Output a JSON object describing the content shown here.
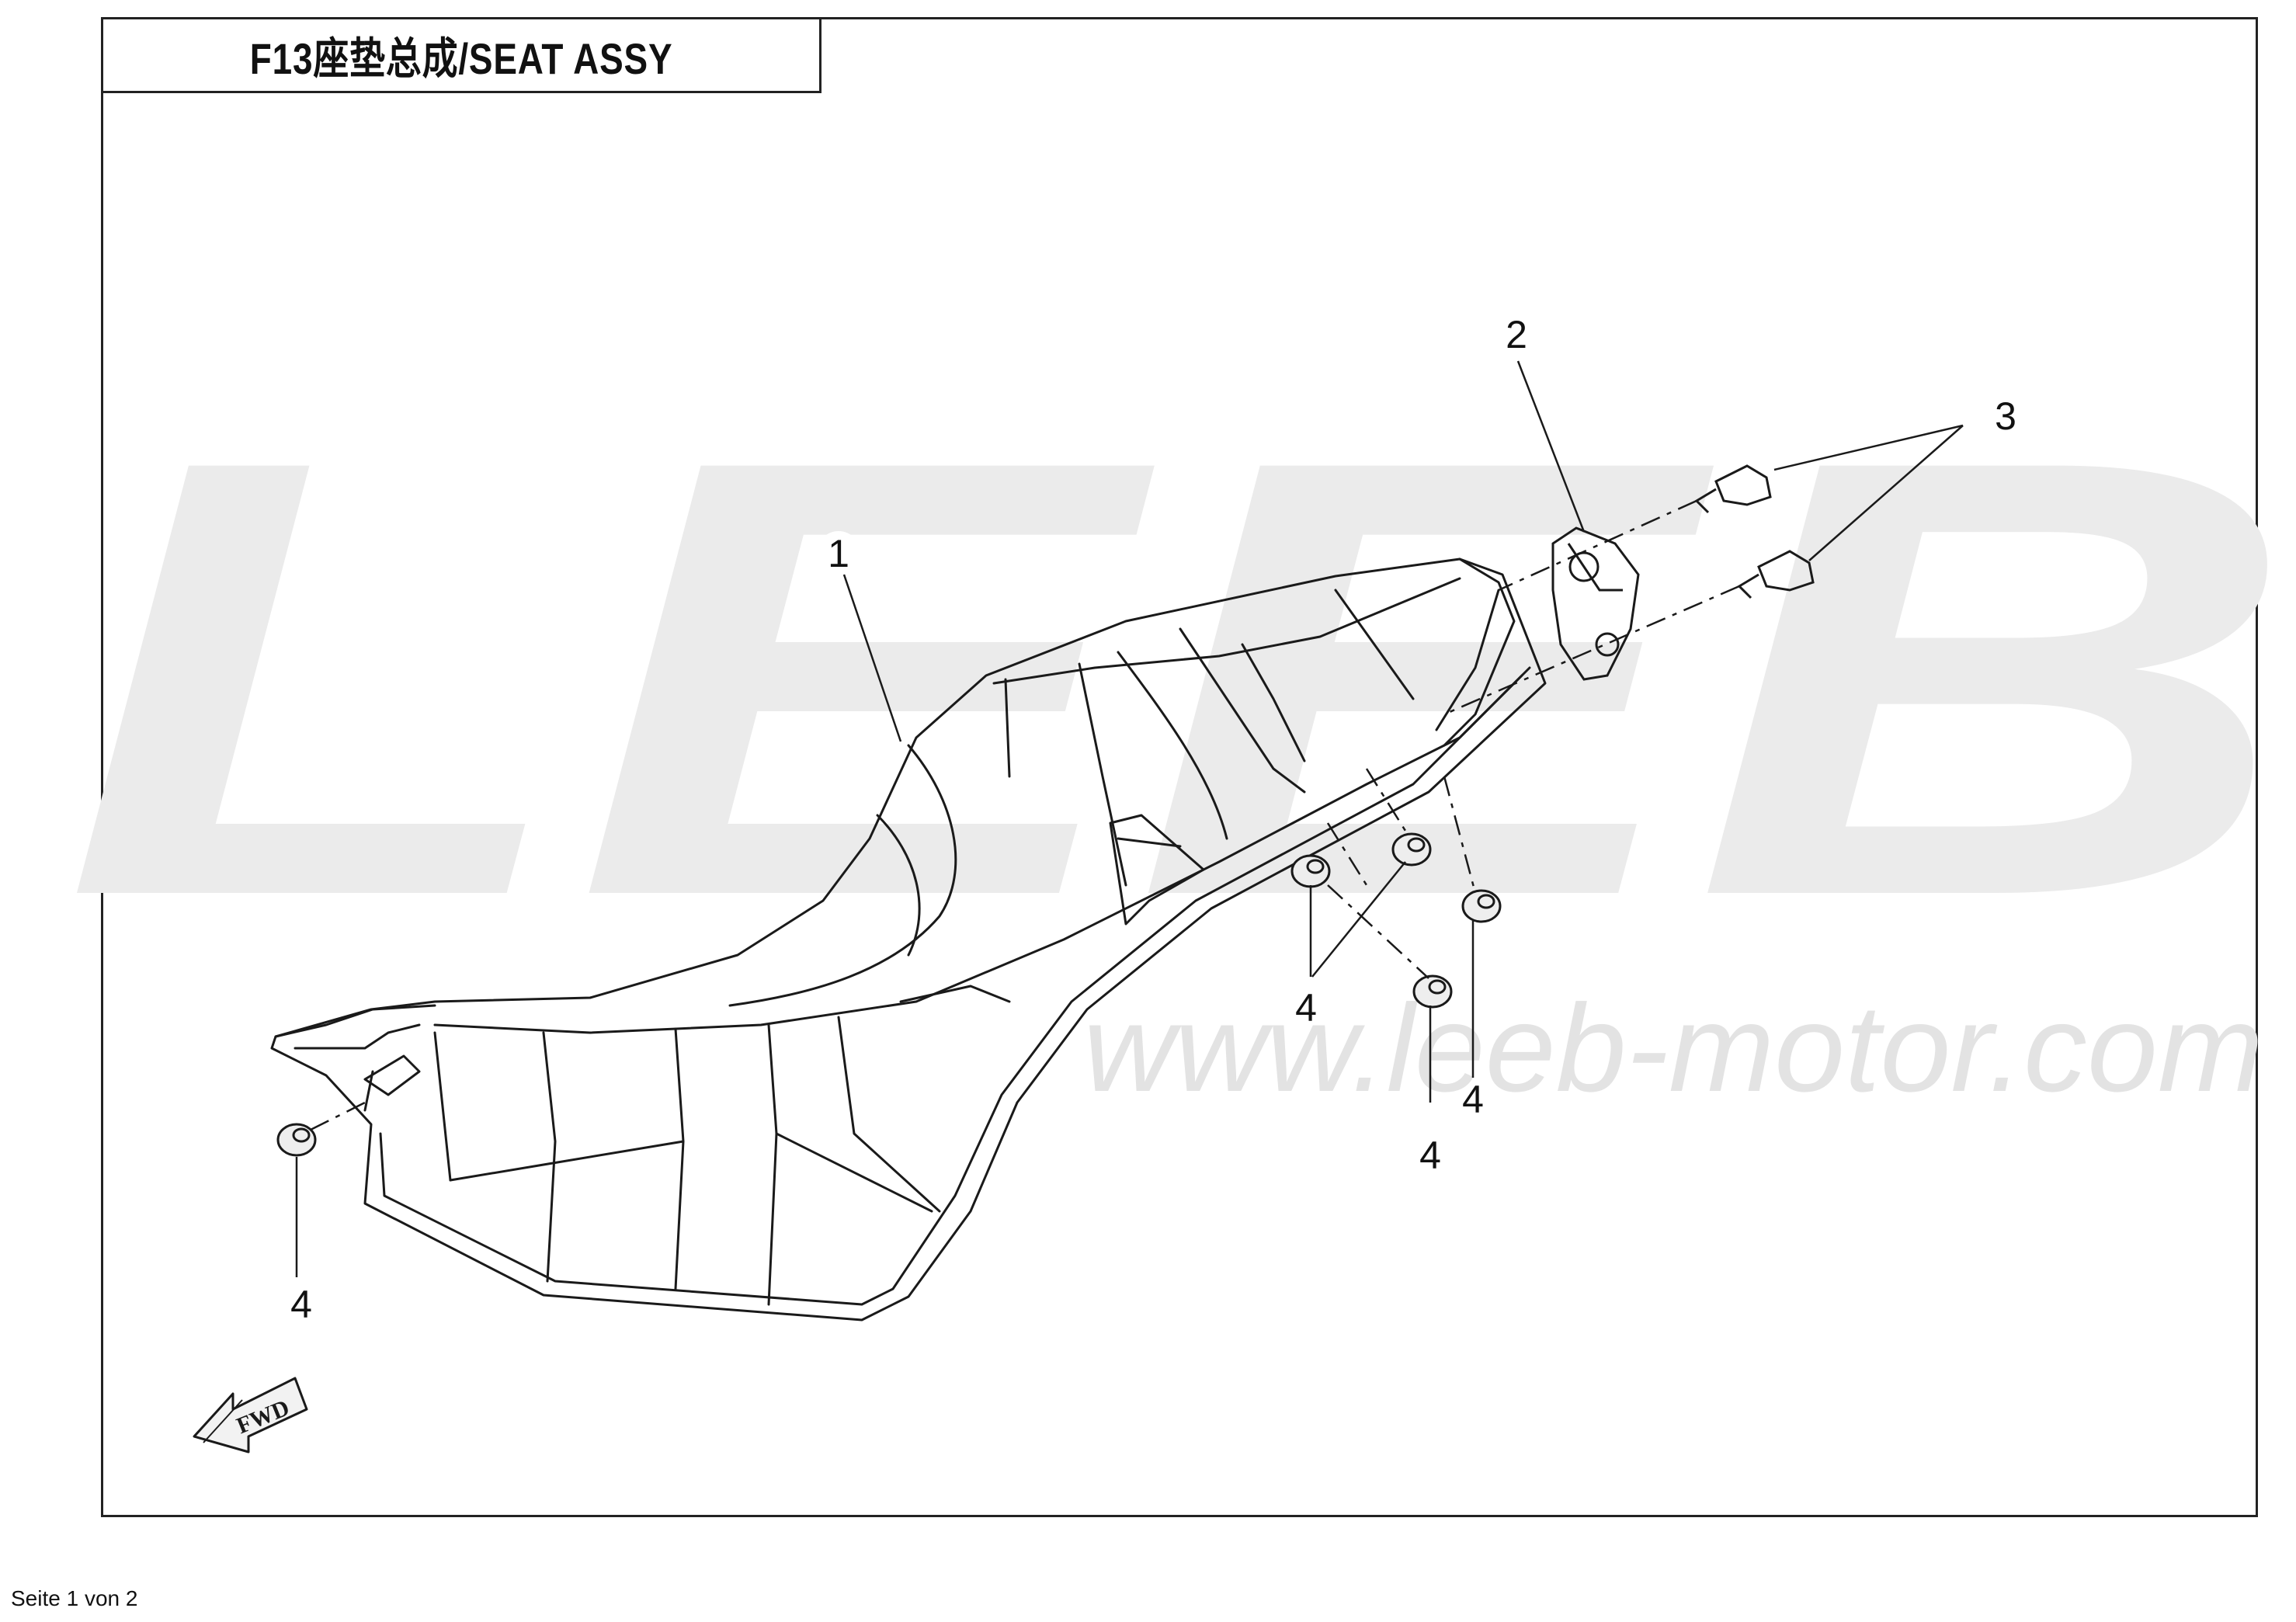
{
  "header": {
    "title": "F13座垫总成/SEAT ASSY"
  },
  "watermark": {
    "logo_text": "LEEB",
    "url": "www.leeb-motor.com"
  },
  "diagram": {
    "fwd_label": "FWD",
    "callouts": [
      {
        "id": "callout-1",
        "label": "1"
      },
      {
        "id": "callout-2",
        "label": "2"
      },
      {
        "id": "callout-3",
        "label": "3"
      },
      {
        "id": "callout-4-left",
        "label": "4"
      },
      {
        "id": "callout-4-center",
        "label": "4"
      },
      {
        "id": "callout-4-lower",
        "label": "4"
      },
      {
        "id": "callout-4-right",
        "label": "4"
      }
    ]
  },
  "footer": {
    "page_text": "Seite 1 von 2"
  },
  "colors": {
    "line": "#1a1a1a",
    "watermark": "#ebebeb",
    "frame": "#222222"
  }
}
